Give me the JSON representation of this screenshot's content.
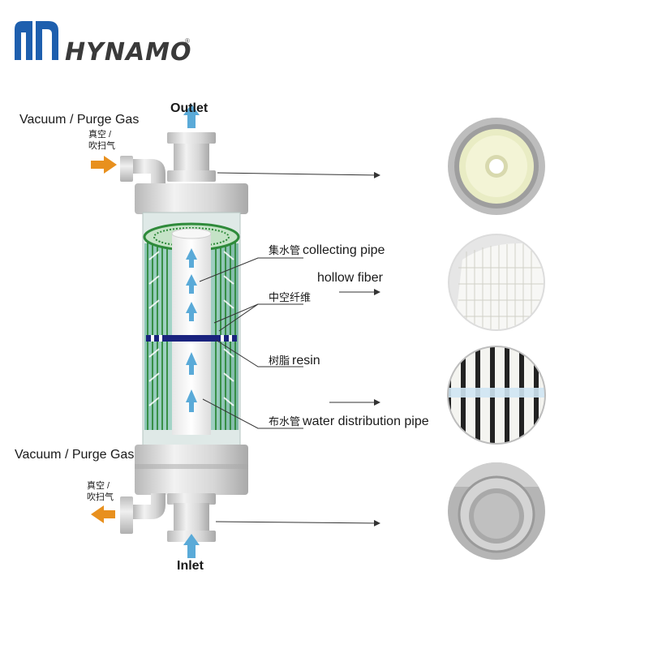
{
  "brand": {
    "name": "HYNAMO",
    "registered": "®"
  },
  "top": {
    "outlet": "Outlet",
    "purge_label": "Vacuum / Purge Gas",
    "purge_cn_1": "真空 /",
    "purge_cn_2": "吹扫气"
  },
  "bottom": {
    "inlet": "Inlet",
    "purge_label": "Vacuum / Purge Gas",
    "purge_cn_1": "真空 /",
    "purge_cn_2": "吹扫气"
  },
  "callouts": [
    {
      "cn": "集水管",
      "en": "collecting pipe"
    },
    {
      "cn": "",
      "en": "hollow fiber"
    },
    {
      "cn": "中空纤维",
      "en": ""
    },
    {
      "cn": "树脂",
      "en": "resin"
    },
    {
      "cn": "布水管",
      "en": "water distribution pipe"
    }
  ],
  "colors": {
    "logo_blue": "#1e5fae",
    "arrow_orange": "#e8901e",
    "arrow_blue": "#5aaad8",
    "fiber_green": "#2e8a3a",
    "shell_grey": "#cfcfcf",
    "resin_navy": "#1a237e"
  }
}
